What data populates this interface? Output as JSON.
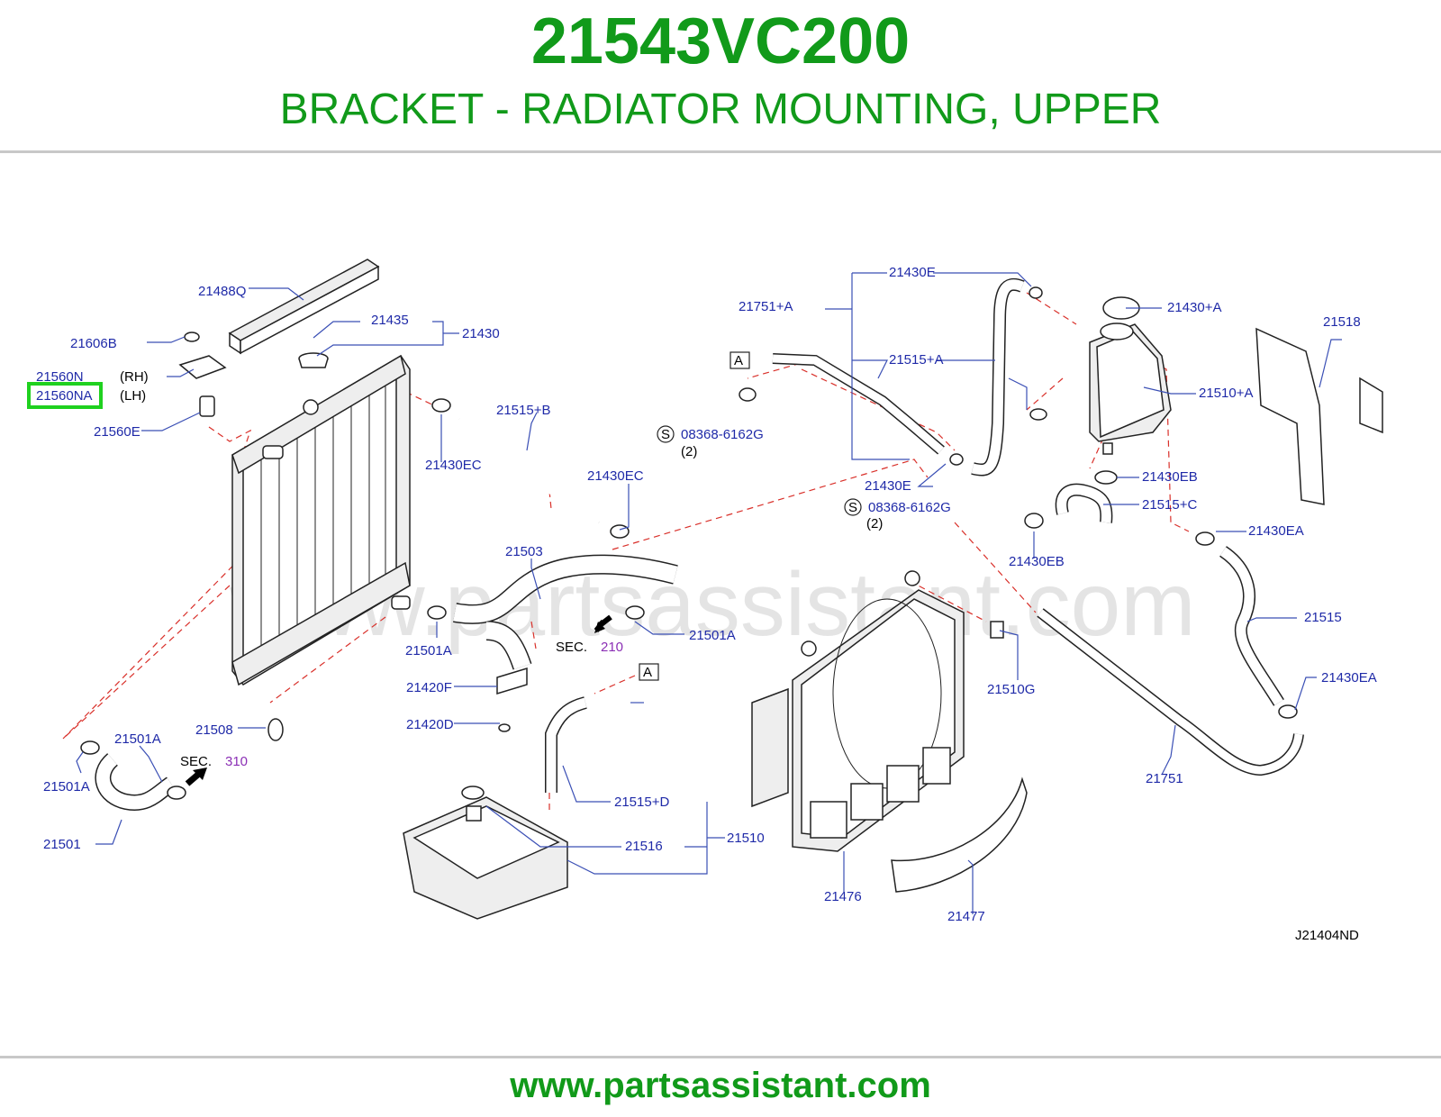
{
  "header": {
    "part_number": "21543VC200",
    "part_name": "BRACKET - RADIATOR MOUNTING, UPPER"
  },
  "footer": {
    "website": "www.partsassistant.com"
  },
  "watermark": "www.partsassistant.com",
  "diagram": {
    "code": "J21404ND",
    "highlighted_part": "21560NA",
    "colors": {
      "title": "#119a1a",
      "label": "#1f2aa8",
      "leader_dash": "#d9302a",
      "highlight": "#1fd11f",
      "section_ref": "#8b2fb5"
    },
    "labels": {
      "p21488Q": "21488Q",
      "p21606B": "21606B",
      "p21435": "21435",
      "p21430": "21430",
      "p21560N": "21560N",
      "rh": "(RH)",
      "p21560NA": "21560NA",
      "lh": "(LH)",
      "p21560E": "21560E",
      "p21515B": "21515+B",
      "p21430EC_1": "21430EC",
      "p21430EC_2": "21430EC",
      "p21503": "21503",
      "p21501A_1": "21501A",
      "p21501A_2": "21501A",
      "p21501A_3": "21501A",
      "p21501A_4": "21501A",
      "sec_210": "SEC.",
      "sec_210_num": "210",
      "sec_310": "SEC.",
      "sec_310_num": "310",
      "p21420F": "21420F",
      "p21420D": "21420D",
      "p21508": "21508",
      "p21501": "21501",
      "ref_A_1": "A",
      "ref_A_2": "A",
      "p21515D": "21515+D",
      "p21516": "21516",
      "p21510": "21510",
      "p21476": "21476",
      "p21477": "21477",
      "p21510G": "21510G",
      "p21751": "21751",
      "p21751A": "21751+A",
      "p21430E_1": "21430E",
      "p21430E_2": "21430E",
      "p21515A": "21515+A",
      "bolt_s_1": "S",
      "bolt_1": "08368-6162G",
      "bolt_qty_1": "(2)",
      "bolt_s_2": "S",
      "bolt_2": "08368-6162G",
      "bolt_qty_2": "(2)",
      "p21430A": "21430+A",
      "p21510A": "21510+A",
      "p21518": "21518",
      "p21430EB_1": "21430EB",
      "p21430EB_2": "21430EB",
      "p21515C": "21515+C",
      "p21430EA_1": "21430EA",
      "p21430EA_2": "21430EA",
      "p21515": "21515"
    }
  }
}
